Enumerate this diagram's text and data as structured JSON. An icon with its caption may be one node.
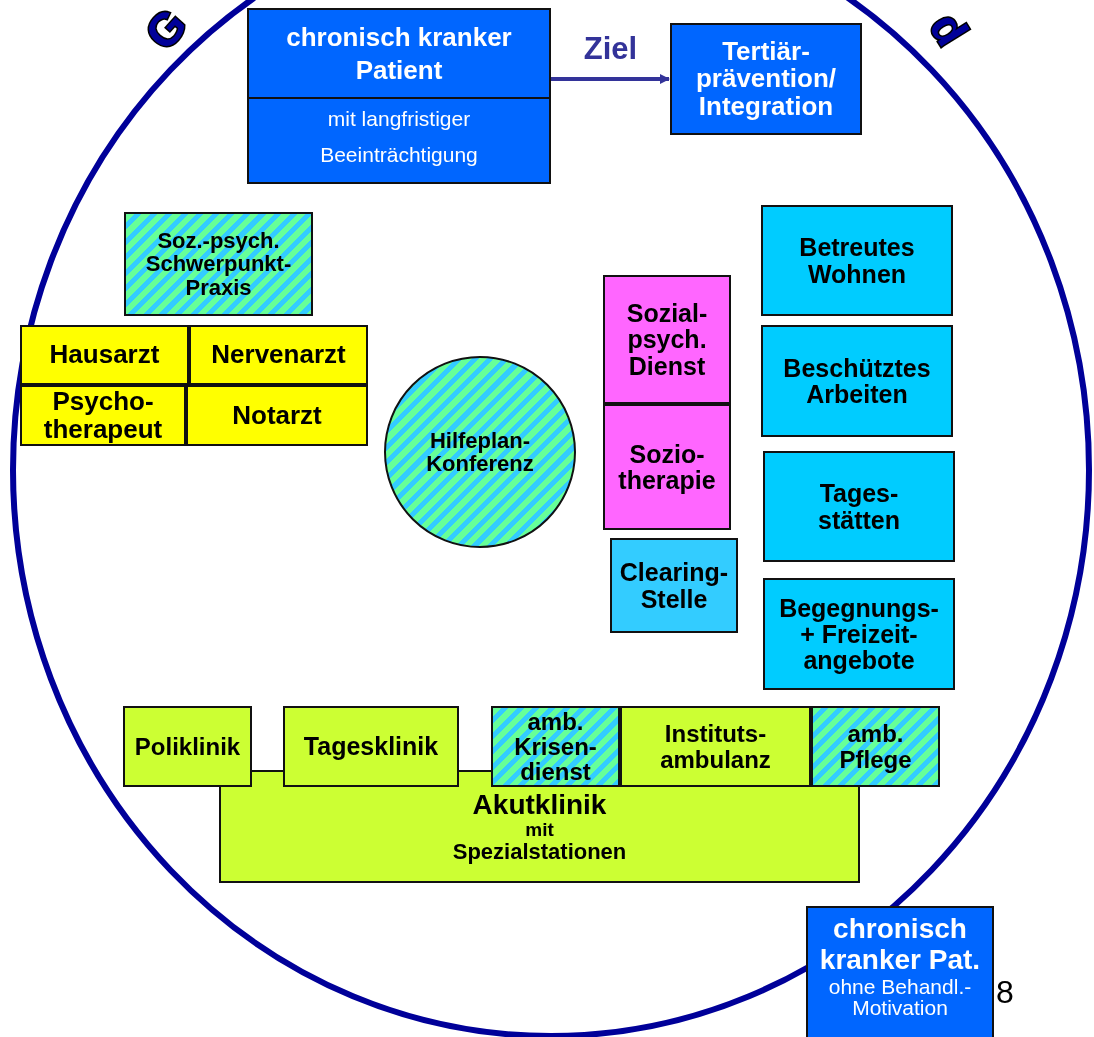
{
  "diagram": {
    "nodes": [
      {
        "text": [
          "chronisch kranker Patient",
          "mit langfristiger Beeinträchtigung"
        ]
      },
      {
        "text": [
          "Tertiär- prävention/ Integration"
        ]
      },
      {
        "text": [
          "Soz.-psych. Schwerpunkt- Praxis"
        ]
      },
      {
        "text": [
          "Hausarzt"
        ]
      },
      {
        "text": [
          "Nervenarzt"
        ]
      },
      {
        "text": [
          "Psycho- therapeut"
        ]
      },
      {
        "text": [
          "Notarzt"
        ]
      },
      {
        "text": [
          "Hilfeplan- Konferenz"
        ]
      },
      {
        "text": [
          "Sozial- psych. Dienst"
        ]
      },
      {
        "text": [
          "Sozio- therapie"
        ]
      },
      {
        "text": [
          "Clearing- Stelle"
        ]
      },
      {
        "text": [
          "Betreutes Wohnen"
        ]
      },
      {
        "text": [
          "Beschütztes Arbeiten"
        ]
      },
      {
        "text": [
          "Tages- stätten"
        ]
      },
      {
        "text": [
          "Begegnungs- + Freizeit- angebote"
        ]
      },
      {
        "text": [
          "Poliklinik"
        ]
      },
      {
        "text": [
          "Tagesklinik"
        ]
      },
      {
        "text": [
          "amb. Krisen- dienst"
        ]
      },
      {
        "text": [
          "Instituts- ambulanz"
        ]
      },
      {
        "text": [
          "amb. Pflege"
        ]
      },
      {
        "text": [
          "Akutklinik",
          "mit",
          "Spezialstationen"
        ]
      },
      {
        "text": [
          "chronisch kranker Pat.",
          "ohne Behandl.- Motivation"
        ]
      }
    ],
    "edges": [
      {
        "from": 0,
        "to": 1,
        "arrow": "to",
        "label": "Ziel"
      }
    ],
    "labels": [
      "G",
      "d",
      "8"
    ]
  }
}
